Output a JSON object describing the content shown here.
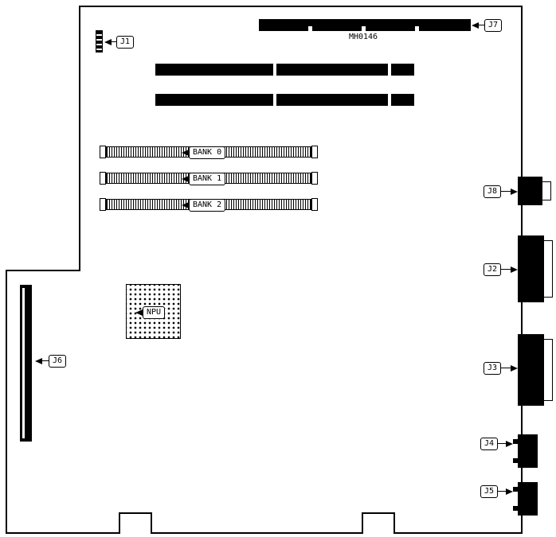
{
  "board": {
    "part_number": "MH0146",
    "colors": {
      "line": "#000000",
      "background": "#ffffff"
    },
    "callouts": {
      "j1": "J1",
      "j2": "J2",
      "j3": "J3",
      "j4": "J4",
      "j5": "J5",
      "j6": "J6",
      "j7": "J7",
      "j8": "J8",
      "bank0": "BANK 0",
      "bank1": "BANK 1",
      "bank2": "BANK 2",
      "npu": "NPU"
    }
  }
}
